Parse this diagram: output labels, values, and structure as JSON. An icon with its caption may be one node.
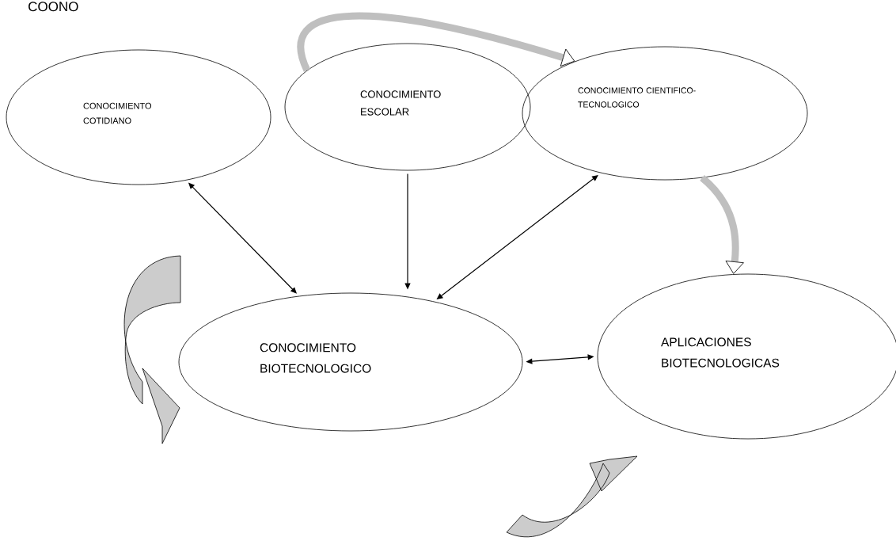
{
  "diagram": {
    "nodes": [
      {
        "text": [
          "CONOCIMIENTO COTIDIANO"
        ]
      },
      {
        "text": [
          "CONOCIMIENTO ESCOLAR"
        ]
      },
      {
        "text": [
          "CONOCIMIENTO CIENTIFICO- TECNOLOGICO"
        ]
      },
      {
        "text": [
          "CONOCIMIENTO BIOTECNOLOGICO"
        ]
      },
      {
        "text": [
          "APLICACIONES BIOTECNOLOGICAS"
        ]
      }
    ],
    "edges": [
      {
        "from": 0,
        "to": 3,
        "arrow": "both"
      },
      {
        "from": 1,
        "to": 3,
        "arrow": "to"
      },
      {
        "from": 2,
        "to": 3,
        "arrow": "both"
      },
      {
        "from": 3,
        "to": 4,
        "arrow": "both"
      },
      {
        "from": 1,
        "to": 2,
        "arrow": "to",
        "style": "thick",
        "color": "#bfbfbf"
      },
      {
        "from": 2,
        "to": 4,
        "arrow": "to",
        "style": "thick",
        "color": "#bfbfbf"
      }
    ],
    "labels": [
      "COONO"
    ]
  }
}
